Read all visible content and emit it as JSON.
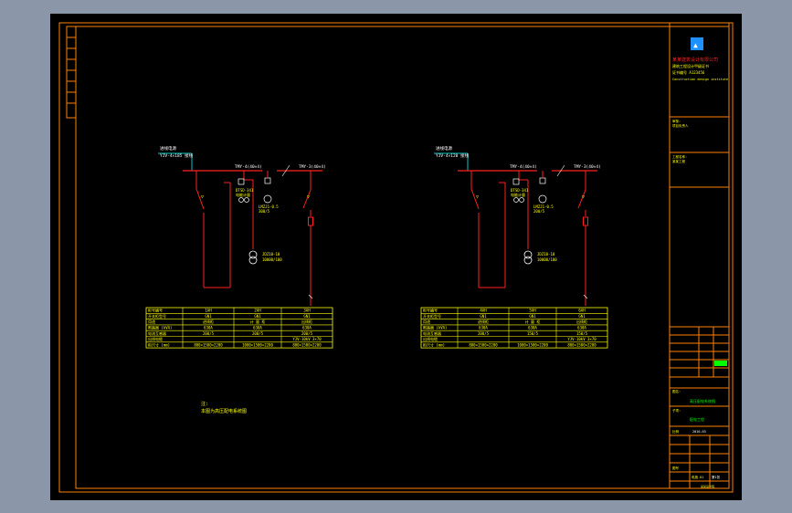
{
  "colors": {
    "background": "#8b96a8",
    "sheet": "#000000",
    "frame": "#ff8000",
    "wire": "#ff2020",
    "table_border": "#ffff00",
    "table_text": "#ffff00",
    "label": "#ffffff",
    "green_text": "#00ff00",
    "cyan_wire": "#00c8c8",
    "logo": "#1e90ff"
  },
  "left_panel": {
    "incoming_label_1": "进线电源",
    "incoming_label_2": "YJV-4×185 接线",
    "busbar_left": "TMY-4(40×4)",
    "busbar_right": "TMY-3(40×4)",
    "meter_label_1": "DTSD-341",
    "meter_label_2": "电能计量",
    "ct_label_1": "LMZJ1-0.5",
    "ct_label_2": "300/5",
    "transformer_label_1": "JDZ10-10",
    "transformer_label_2": "10000/100",
    "table": {
      "rows": [
        {
          "label": "柜号编号",
          "values": [
            "1AH",
            "2AH",
            "3AH"
          ]
        },
        {
          "label": "开关柜型号",
          "values": [
            "GN1",
            "GN1",
            "GN1"
          ]
        },
        {
          "label": "用途",
          "values": [
            "进线柜",
            "计 量 柜",
            "出线柜"
          ]
        },
        {
          "label": "断路器 (kVA)",
          "values": [
            "630A",
            "630A",
            "630A"
          ]
        },
        {
          "label": "电流互感器",
          "values": [
            "200/5",
            "200/5",
            "200/5"
          ]
        },
        {
          "label": "出线电缆",
          "values": [
            "",
            "",
            "YJV-10kV 3×70"
          ]
        },
        {
          "label": "柜尺寸 (mm)",
          "values": [
            "800×1500×2200",
            "1000×1500×2200",
            "800×1500×2200"
          ]
        }
      ]
    }
  },
  "right_panel": {
    "incoming_label_1": "进线电源",
    "incoming_label_2": "YJV-4×120 接线",
    "busbar_left": "TMY-4(40×4)",
    "busbar_right": "TMY-3(40×4)",
    "meter_label_1": "DTSD-341",
    "meter_label_2": "电能计量",
    "ct_label_1": "LMZJ1-0.5",
    "ct_label_2": "200/5",
    "transformer_label_1": "JDZ10-10",
    "transformer_label_2": "10000/100",
    "table": {
      "rows": [
        {
          "label": "柜号编号",
          "values": [
            "4AH",
            "5AH",
            "6AH"
          ]
        },
        {
          "label": "开关柜型号",
          "values": [
            "GN1",
            "GN1",
            "GN1"
          ]
        },
        {
          "label": "用途",
          "values": [
            "进线柜",
            "计 量 柜",
            "出线柜"
          ]
        },
        {
          "label": "断路器 (kVA)",
          "values": [
            "630A",
            "630A",
            "630A"
          ]
        },
        {
          "label": "电流互感器",
          "values": [
            "200/5",
            "150/5",
            "150/5"
          ]
        },
        {
          "label": "出线电缆",
          "values": [
            "",
            "",
            "YJV-10kV 3×70"
          ]
        },
        {
          "label": "柜尺寸 (mm)",
          "values": [
            "800×1500×2200",
            "1000×1500×2200",
            "800×1500×2200"
          ]
        }
      ]
    }
  },
  "notes": {
    "heading": "注:",
    "line1": "本图为高压配电系统图"
  },
  "title_block": {
    "company_line1": "某某建筑设计有限公司",
    "company_line2": "建筑工程设计甲级证书",
    "company_line3": "证书编号 A123456",
    "company_line4": "Construction design institute",
    "approval_label": "审核:",
    "approval_value": "项目负责人",
    "project_label": "工程名称:",
    "project_value": "某某工程",
    "drawing_label": "图名:",
    "drawing_value": "高压配电系统图",
    "sub_label": "子项:",
    "sub_value": "配电工程",
    "scale_label": "比例",
    "date_value": "2016-03",
    "number_label": "图号",
    "number_value": "电施-01",
    "sheet_value": "第1张",
    "footer": "某某设计院"
  }
}
